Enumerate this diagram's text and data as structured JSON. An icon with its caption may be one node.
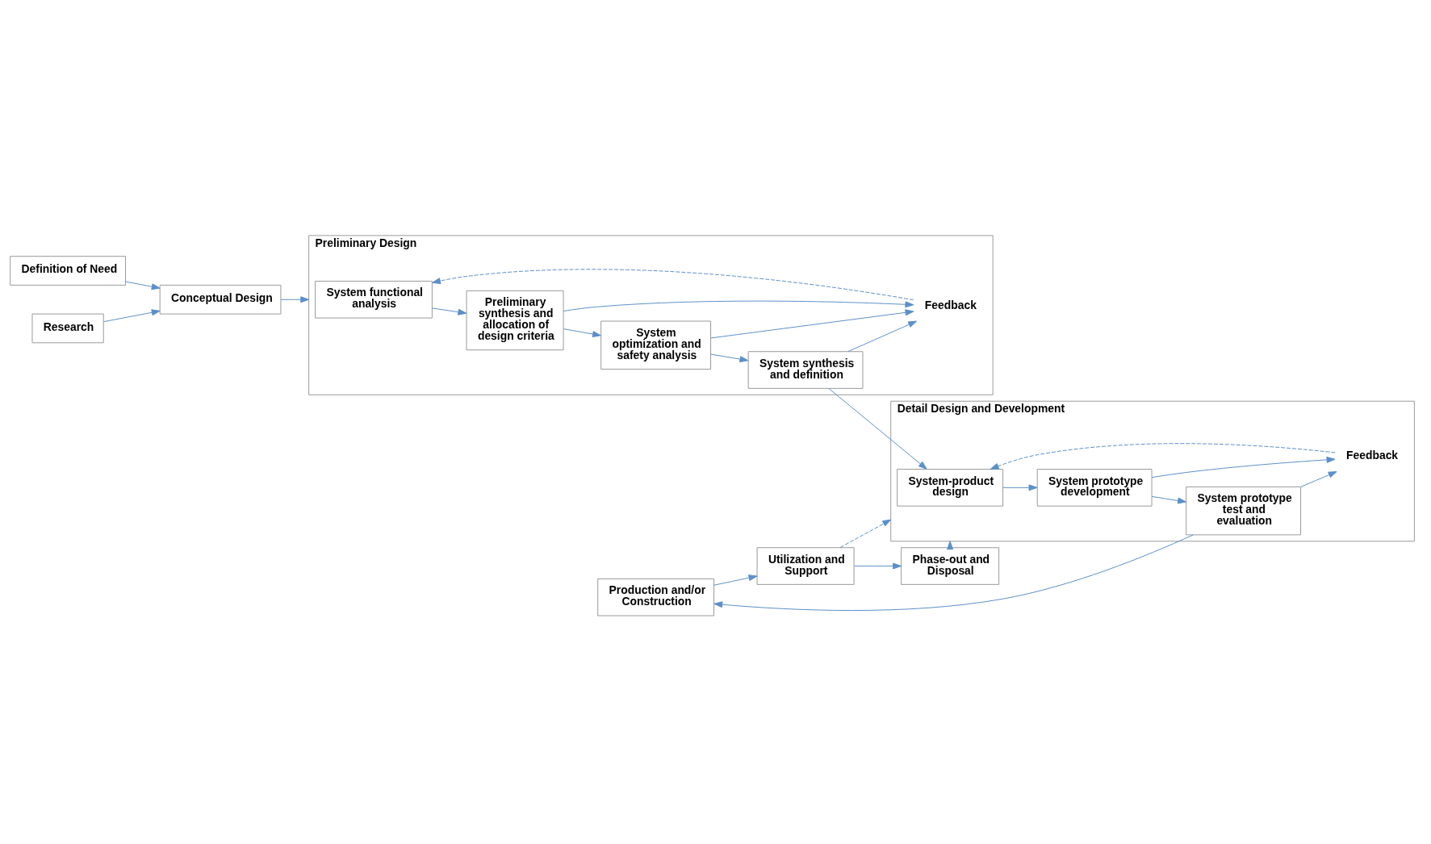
{
  "diagram": {
    "nodes": [
      {
        "text": [
          "Definition of Need"
        ]
      },
      {
        "text": [
          "Conceptual Design"
        ]
      },
      {
        "text": [
          "Research"
        ]
      },
      {
        "text": [
          "Preliminary Design"
        ]
      },
      {
        "text": [
          "System functional analysis"
        ],
        "in": 3
      },
      {
        "text": [
          "Preliminary synthesis and allocation of design criteria"
        ],
        "in": 3
      },
      {
        "text": [
          "System optimization and safety analysis"
        ],
        "in": 3
      },
      {
        "text": [
          "System synthesis and definition"
        ],
        "in": 3
      },
      {
        "text": [
          "Feedback"
        ],
        "in": 3
      },
      {
        "text": [
          "Detail Design and Development"
        ]
      },
      {
        "text": [
          "System-product design"
        ],
        "in": 9
      },
      {
        "text": [
          "System prototype development"
        ],
        "in": 9
      },
      {
        "text": [
          "System prototype test and evaluation"
        ],
        "in": 9
      },
      {
        "text": [
          "Feedback"
        ],
        "in": 9
      },
      {
        "text": [
          "Production and/or Construction"
        ]
      },
      {
        "text": [
          "Utilization and Support"
        ]
      },
      {
        "text": [
          "Phase-out and Disposal"
        ]
      }
    ],
    "edges": [
      {
        "from": 0,
        "to": 1,
        "arrow": "to"
      },
      {
        "from": 2,
        "to": 1,
        "arrow": "to"
      },
      {
        "from": 1,
        "to": 3,
        "arrow": "to"
      },
      {
        "from": 4,
        "to": 5,
        "arrow": "to"
      },
      {
        "from": 5,
        "to": 6,
        "arrow": "to"
      },
      {
        "from": 6,
        "to": 7,
        "arrow": "to"
      },
      {
        "from": 5,
        "to": 8,
        "arrow": "to"
      },
      {
        "from": 6,
        "to": 8,
        "arrow": "to"
      },
      {
        "from": 7,
        "to": 8,
        "arrow": "to"
      },
      {
        "from": 8,
        "to": 4,
        "arrow": "to",
        "style": "dashed"
      },
      {
        "from": 7,
        "to": 10,
        "arrow": "to"
      },
      {
        "from": 10,
        "to": 11,
        "arrow": "to"
      },
      {
        "from": 11,
        "to": 12,
        "arrow": "to"
      },
      {
        "from": 11,
        "to": 13,
        "arrow": "to"
      },
      {
        "from": 12,
        "to": 13,
        "arrow": "to"
      },
      {
        "from": 13,
        "to": 10,
        "arrow": "to",
        "style": "dashed"
      },
      {
        "from": 12,
        "to": 14,
        "arrow": "to"
      },
      {
        "from": 14,
        "to": 15,
        "arrow": "to"
      },
      {
        "from": 15,
        "to": 16,
        "arrow": "to"
      },
      {
        "from": 15,
        "to": 9,
        "arrow": "to",
        "style": "dashed"
      },
      {
        "from": 16,
        "to": 9,
        "arrow": "to",
        "style": "dashed"
      }
    ]
  }
}
